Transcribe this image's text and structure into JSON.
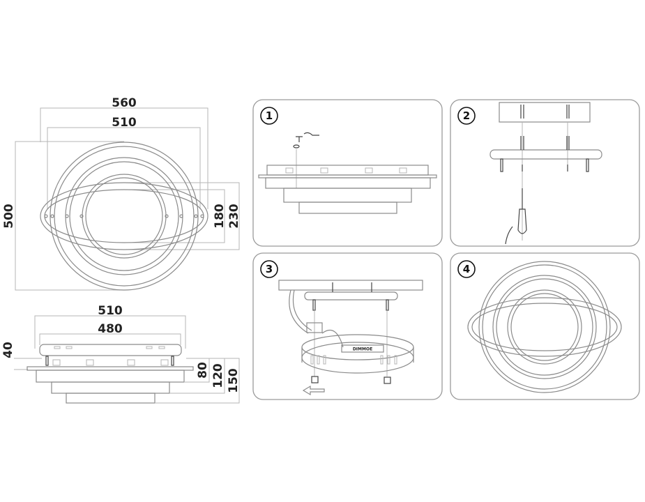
{
  "top_view": {
    "width_outer": "560",
    "width_inner": "510",
    "height": "500",
    "ellipse_inner": "180",
    "ellipse_outer": "230"
  },
  "side_view": {
    "width_outer": "510",
    "width_inner": "480",
    "plate_height": "40",
    "h1": "80",
    "h2": "120",
    "h3": "150"
  },
  "steps": [
    {
      "number": "1"
    },
    {
      "number": "2"
    },
    {
      "number": "3",
      "driver_label": "DIMMOE"
    },
    {
      "number": "4"
    }
  ]
}
